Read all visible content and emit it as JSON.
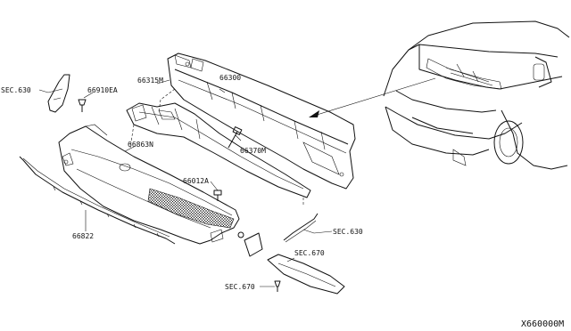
{
  "labels": {
    "sec630_left": "SEC.630",
    "p66910EA": "66910EA",
    "p66315M": "66315M",
    "p66300": "66300",
    "p66863N": "66863N",
    "p66370M": "66370M",
    "p66012A": "66012A",
    "p66822": "66822",
    "sec630_right": "SEC.630",
    "sec670_upper": "SEC.670",
    "sec670_lower": "SEC.670"
  },
  "diagram_code": "X660000M"
}
